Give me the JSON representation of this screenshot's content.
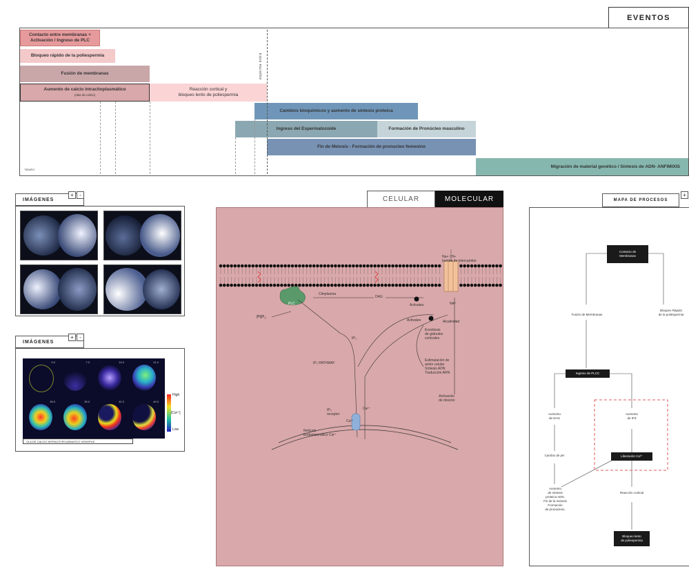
{
  "header": {
    "eventos_tab": "EVENTOS"
  },
  "timeline": {
    "events": [
      {
        "label": "Contacto entre membranas +\nActivación / Ingreso de PLC"
      },
      {
        "label": "Bloqueo rápido de la poliespermia"
      },
      {
        "label": "Fusión de membranas"
      },
      {
        "label": "Aumento de calcio intracitoplasmático",
        "sub": "(olas de calcio)"
      },
      {
        "label": "Reacción cortical y\nbloqueo lento de poliespermia"
      },
      {
        "label": "Cambios bioquímicos y aumento de síntesis proteica"
      },
      {
        "label": "Ingreso del Espermatozoide"
      },
      {
        "label": "Formación de Pronúcleo masculino"
      },
      {
        "label": "Fin de Meiosis - Formación de pronucleo femenino"
      },
      {
        "label": "Migración de material genético / Síntesis de ADN- ANFIMIXIS"
      }
    ],
    "vertical_label": "esperma entra",
    "time_label": "TIEMPO"
  },
  "images_panel_1": {
    "title": "IMÁGENES",
    "plus": "+",
    "minus": "-"
  },
  "images_panel_2": {
    "title": "IMÁGENES",
    "plus": "+",
    "minus": "-",
    "caption": "OLA DE CALCIO INTRACITOPLASMATICO XENOPUS",
    "legend_high": "High",
    "legend_mid": "[Ca²⁺]",
    "legend_low": "Low",
    "frame_labels": [
      "0.0",
      "7.0",
      "14.0",
      "21.0",
      "28.0",
      "35.0",
      "42.0",
      "49.0"
    ]
  },
  "view_tabs": {
    "celular": "CELULAR",
    "molecular": "MOLECULAR"
  },
  "molecular_diagram": {
    "labels": {
      "channel": "Na+ / H+\nbomba de intercambio",
      "citoplasma": "Citoplasma",
      "dag": "DAG",
      "plc": "PLC",
      "pip2": "PIP₂",
      "ip3": "IP₃",
      "ip3_pathway": "IP₃ PATHWAY",
      "activates1": "Activates",
      "activates2": "Activates",
      "na": "NA⁺",
      "alcalinidad": "Alcalinidad",
      "exocitosis": "Exocitosis\nde gránulos\ncorticales",
      "estimulacion": "Estimulación de\nanión celular\nSíntesis ADN\nTraducción ARN",
      "activacion": "Activación\nde dosorio",
      "ip3_receptor": "IP₃\nreceptor",
      "ca1": "Ca²⁺",
      "ca2": "Ca²⁺",
      "reticulo": "Retículo\nEndoplasmático  Ca²⁺"
    }
  },
  "process_map": {
    "title": "MAPA DE PROCESOS",
    "plus": "+",
    "nodes": {
      "contacto": "Contacto de\nMembranas",
      "fusion": "Fusión de Membranas",
      "bloqueo_rapido": "Bloqueo Rápido\nde la poliespermia",
      "ingreso_plc": "Ingreso de PLCC",
      "aumento_dag": "Aumento\nde DAG",
      "aumento_ip3": "Aumento\nde IP3",
      "cambio_ph": "Cambio de pH",
      "liberacion_ca": "Liberación Ca²⁺",
      "aumento_sintesis": "Aumento\nde síntesis\nproteica ADN.\nFin de la meiosis\nFormación\nde pronúcleos.",
      "reaccion_cortical": "Reacción cortical",
      "bloqueo_lento": "Bloqueo lento\nde poliespermia"
    }
  }
}
